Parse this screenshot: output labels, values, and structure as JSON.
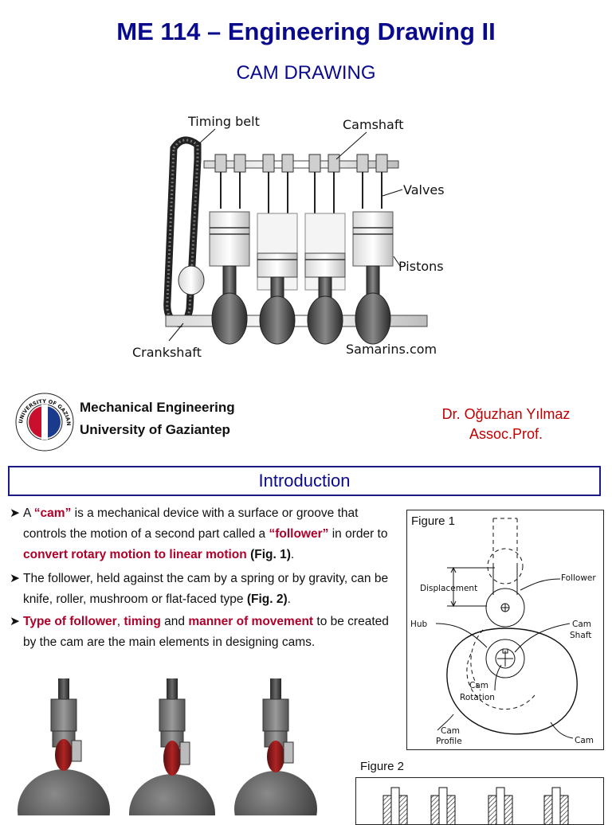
{
  "header": {
    "title": "ME 114 – Engineering Drawing II",
    "subtitle": "CAM DRAWING"
  },
  "engine_figure": {
    "labels": {
      "timing_belt": "Timing belt",
      "camshaft": "Camshaft",
      "valves": "Valves",
      "pistons": "Pistons",
      "crankshaft": "Crankshaft",
      "credit": "Samarins.com"
    }
  },
  "affiliation": {
    "department": "Mechanical Engineering",
    "university": "University of Gaziantep",
    "logo_text": "UNIVERSITY OF GAZIANTEP",
    "author": "Dr. Oğuzhan Yılmaz",
    "author_title": "Assoc.Prof."
  },
  "section": {
    "title": "Introduction"
  },
  "bullets": {
    "b1": {
      "p1": "A ",
      "h1": "“cam”",
      "p2": " is a mechanical device with a surface or groove that controls the motion of a second part called a ",
      "h2": "“follower”",
      "p3": " in order to ",
      "h3": "convert rotary motion to linear motion",
      "p4": " ",
      "fig": "(Fig. 1)",
      "p5": "."
    },
    "b2": {
      "p1": "The follower, held against the cam by a spring or by gravity, can be knife, roller, mushroom or flat-faced type ",
      "fig": "(Fig. 2)",
      "p2": "."
    },
    "b3": {
      "h1": "Type of follower",
      "p1": ", ",
      "h2": "timing",
      "p2": " and ",
      "h3": "manner of movement",
      "p3": " to be created by the cam are the main elements in designing cams."
    }
  },
  "figure1": {
    "label": "Figure 1",
    "labels": {
      "displacement": "Displacement",
      "follower": "Follower",
      "hub": "Hub",
      "cam_shaft_1": "Cam",
      "cam_shaft_2": "Shaft",
      "cam_rotation_1": "Cam",
      "cam_rotation_2": "Rotation",
      "cam_profile_1": "Cam",
      "cam_profile_2": "Profile",
      "cam": "Cam"
    }
  },
  "figure2": {
    "label": "Figure 2"
  },
  "colors": {
    "title_blue": "#0a0a8c",
    "highlight_red": "#b0002a",
    "author_red": "#c00000",
    "roller_red": "#8b1a1a"
  }
}
